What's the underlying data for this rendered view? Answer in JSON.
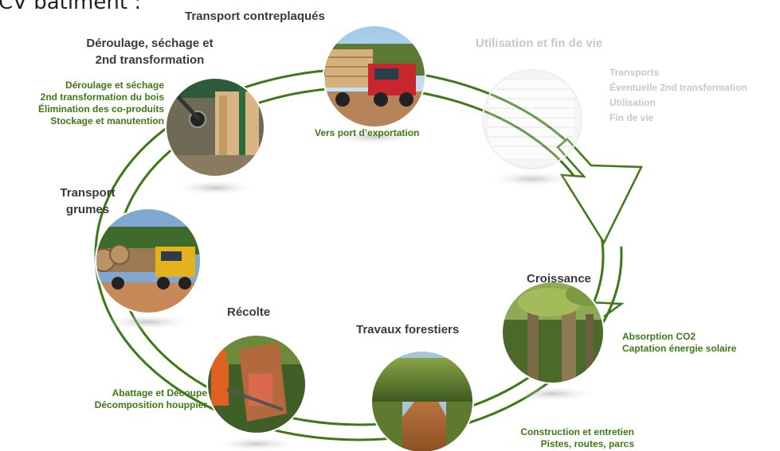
{
  "header": {
    "text": "CV bâtiment :"
  },
  "stages": {
    "transport_contreplaques": {
      "title": "Transport contreplaqués",
      "detail": "Vers port d’exportation"
    },
    "deroulage": {
      "title_line1": "Déroulage, séchage et",
      "title_line2": "2nd transformation",
      "details": [
        "Déroulage et séchage",
        "2nd transformation du bois",
        "Élimination des co-produits",
        "Stockage et manutention"
      ]
    },
    "utilisation": {
      "title": "Utilisation et fin de vie",
      "details": [
        "Transports",
        "Éventuelle 2nd transformation",
        "Utilisation",
        "Fin de vie"
      ]
    },
    "transport_grumes": {
      "title_line1": "Transport",
      "title_line2": "grumes"
    },
    "recolte": {
      "title": "Récolte",
      "details": [
        "Abattage et Découpe",
        "Décomposition houppier"
      ]
    },
    "travaux": {
      "title": "Travaux forestiers",
      "details": [
        "Construction et entretien",
        "Pistes, routes, parcs"
      ]
    },
    "croissance": {
      "title": "Croissance",
      "details": [
        "Absorption CO2",
        "Captation énergie solaire"
      ]
    }
  },
  "colors": {
    "ring": "#3d7a16",
    "detail_text": "#3d7a16",
    "title_text": "#3a3a3a",
    "faded_text": "#c8c8c8"
  }
}
